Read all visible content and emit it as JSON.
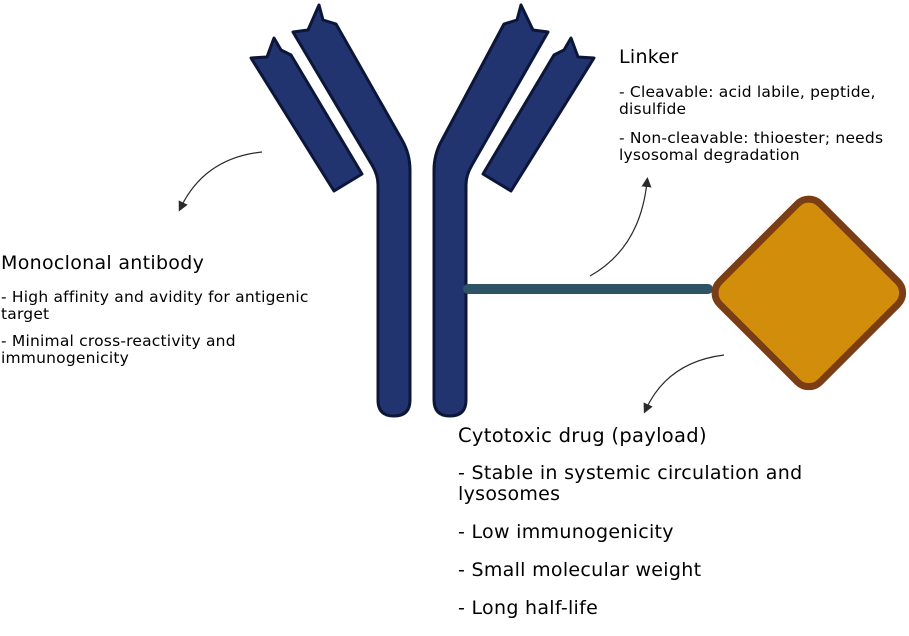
{
  "colors": {
    "antibody_fill": "#22346f",
    "antibody_stroke": "#0b1638",
    "linker": "#2e5266",
    "payload_fill": "#d28e0b",
    "payload_stroke": "#7b3d14",
    "arrow": "#2a2a2a"
  },
  "antibody": {
    "title": "Monoclonal antibody",
    "points": [
      "- High affinity and avidity for antigenic target",
      "- Minimal cross-reactivity and immunogenicity"
    ]
  },
  "linker": {
    "title": "Linker",
    "points": [
      "- Cleavable: acid labile, peptide, disulfide",
      "- Non-cleavable: thioester; needs lysosomal degradation"
    ]
  },
  "payload": {
    "title": "Cytotoxic drug (payload)",
    "points": [
      "- Stable in systemic circulation and lysosomes",
      "- Low immunogenicity",
      "- Small molecular weight",
      "- Long half-life"
    ]
  }
}
